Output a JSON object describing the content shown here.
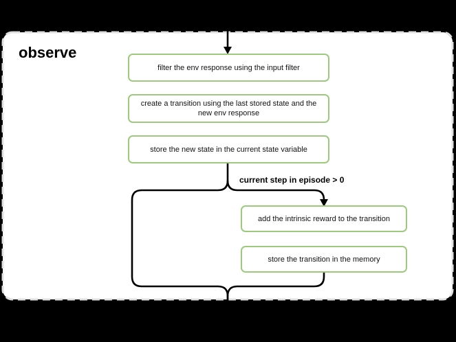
{
  "diagram": {
    "title": "observe",
    "condition_label": "current step in episode > 0",
    "nodes": [
      {
        "id": "filter-env-response",
        "label": "filter the env response using the input filter"
      },
      {
        "id": "create-transition",
        "label": "create a transition using the last stored state and the\nnew env response"
      },
      {
        "id": "store-new-state",
        "label": "store the new state in the current state variable"
      },
      {
        "id": "add-intrinsic-reward",
        "label": "add the intrinsic reward to the transition"
      },
      {
        "id": "store-transition",
        "label": "store the transition in the memory"
      }
    ],
    "colors": {
      "page_bg": "#000000",
      "card_bg": "#ffffff",
      "card_border": "#e0e0e0",
      "node_border": "#9cc97c",
      "line": "#000000",
      "text": "#111111"
    }
  }
}
